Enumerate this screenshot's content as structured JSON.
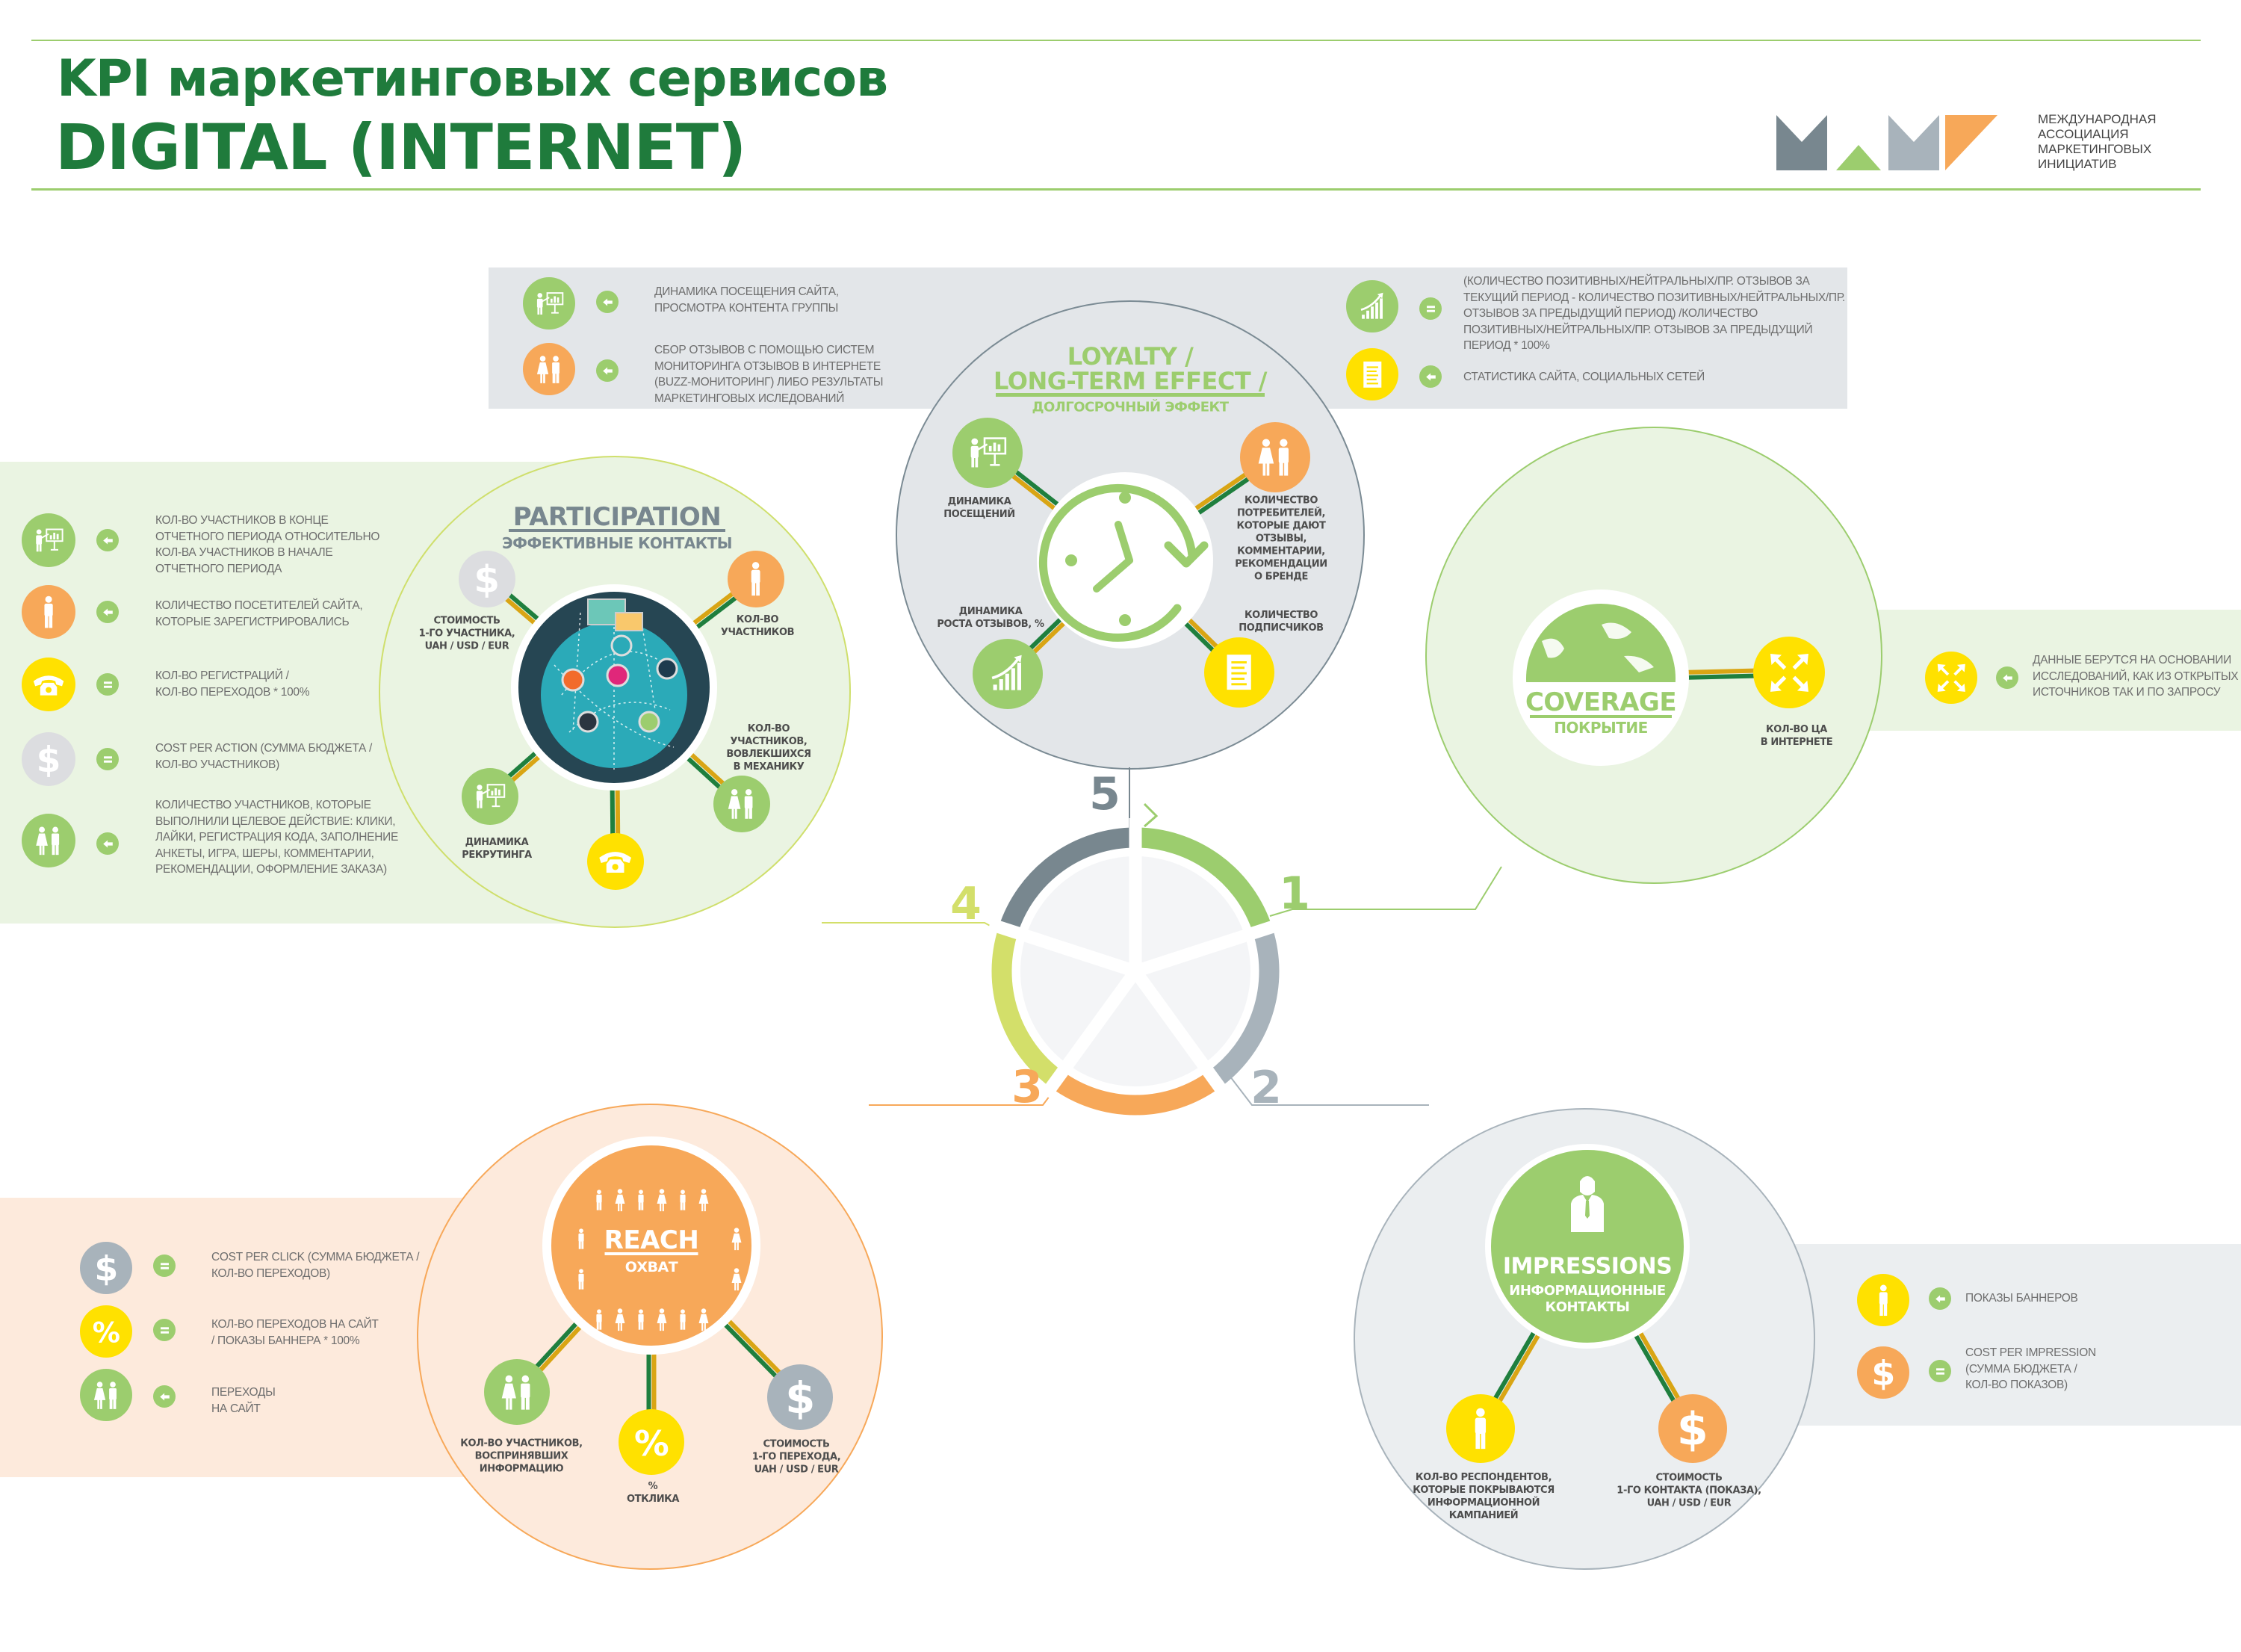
{
  "header": {
    "title_line1": "KPI маркетинговых сервисов",
    "title_line2": "DIGITAL (INTERNET)",
    "title_color": "#1f7b3c"
  },
  "logo": {
    "text": "МЕЖДУНАРОДНАЯ\nАССОЦИАЦИЯ\nМАРКЕТИНГОВЫХ\nИНИЦИАТИВ",
    "colors": [
      "#78878f",
      "#9ccd6e",
      "#a8b3bb",
      "#f7a859"
    ]
  },
  "colors": {
    "green": "#9ccd6e",
    "orange": "#f7a859",
    "yellow": "#ffe100",
    "slate": "#a8b3bb",
    "dark_slate": "#78878f",
    "lime": "#d3df6a",
    "connector_dark": "#1f7f3e",
    "connector_gold": "#d9a514"
  },
  "loyalty": {
    "title": "LOYALTY /",
    "title2": "LONG-TERM EFFECT /",
    "subtitle": "ДОЛГОСРОЧНЫЙ ЭФФЕКТ",
    "nodes": [
      {
        "icon": "presenter-icon",
        "label": "ДИНАМИКА\nПОСЕЩЕНИЙ"
      },
      {
        "icon": "couple-icon",
        "label": "КОЛИЧЕСТВО\nПОТРЕБИТЕЛЕЙ,\nКОТОРЫЕ ДАЮТ\nОТЗЫВЫ,\nКОММЕНТАРИИ,\nРЕКОМЕНДАЦИИ\nО БРЕНДЕ"
      },
      {
        "icon": "growth-chart-icon",
        "label": "ДИНАМИКА\nРОСТА ОТЗЫВОВ, %"
      },
      {
        "icon": "document-icon",
        "label": "КОЛИЧЕСТВО\nПОДПИСЧИКОВ"
      }
    ],
    "legend": [
      {
        "icon": "presenter-icon",
        "operator": "arrow-left",
        "text": "ДИНАМИКА ПОСЕЩЕНИЯ САЙТА,\nПРОСМОТРА КОНТЕНТА ГРУППЫ"
      },
      {
        "icon": "couple-icon",
        "operator": "arrow-left",
        "text": "СБОР ОТЗЫВОВ С ПОМОЩЬЮ СИСТЕМ\nМОНИТОРИНГА ОТЗЫВОВ В ИНТЕРНЕТЕ\n(BUZZ-МОНИТОРИНГ) ЛИБО РЕЗУЛЬТАТЫ\nМАРКЕТИНГОВЫХ ИСЛЕДОВАНИЙ"
      },
      {
        "icon": "growth-chart-icon",
        "operator": "equals",
        "text": "(КОЛИЧЕСТВО ПОЗИТИВНЫХ/НЕЙТРАЛЬНЫХ/ПР. ОТЗЫВОВ ЗА\nТЕКУЩИЙ ПЕРИОД - КОЛИЧЕСТВО ПОЗИТИВНЫХ/НЕЙТРАЛЬНЫХ/ПР.\nОТЗЫВОВ ЗА ПРЕДЫДУЩИЙ ПЕРИОД) /КОЛИЧЕСТВО\nПОЗИТИВНЫХ/НЕЙТРАЛЬНЫХ/ПР. ОТЗЫВОВ ЗА ПРЕДЫДУЩИЙ\nПЕРИОД * 100%"
      },
      {
        "icon": "document-icon",
        "operator": "arrow-left",
        "text": "СТАТИСТИКА САЙТА, СОЦИАЛЬНЫХ СЕТЕЙ"
      }
    ]
  },
  "participation": {
    "title": "PARTICIPATION",
    "subtitle": "ЭФФЕКТИВНЫЕ КОНТАКТЫ",
    "nodes": [
      {
        "icon": "dollar-icon",
        "label": "СТОИМОСТЬ\n1-ГО УЧАСТНИКА,\nUAH / USD / EUR"
      },
      {
        "icon": "person-icon",
        "label": "КОЛ-ВО\nУЧАСТНИКОВ"
      },
      {
        "icon": "couple-icon",
        "label": "КОЛ-ВО\nУЧАСТНИКОВ,\nВОВЛЕКШИХСЯ\nВ МЕХАНИКУ"
      },
      {
        "icon": "phone-icon",
        "label": ""
      },
      {
        "icon": "presenter-icon",
        "label": "ДИНАМИКА\nРЕКРУТИНГА"
      }
    ],
    "legend": [
      {
        "icon": "presenter-icon",
        "operator": "arrow-left",
        "text": "КОЛ-ВО УЧАСТНИКОВ В КОНЦЕ\nОТЧЕТНОГО ПЕРИОДА ОТНОСИТЕЛЬНО\nКОЛ-ВА УЧАСТНИКОВ В НАЧАЛЕ\nОТЧЕТНОГО ПЕРИОДА"
      },
      {
        "icon": "person-icon",
        "operator": "arrow-left",
        "text": "КОЛИЧЕСТВО ПОСЕТИТЕЛЕЙ САЙТА,\nКОТОРЫЕ ЗАРЕГИСТРИРОВАЛИСЬ"
      },
      {
        "icon": "phone-icon",
        "operator": "equals",
        "text": "КОЛ-ВО РЕГИСТРАЦИЙ  /\nКОЛ-ВО ПЕРЕХОДОВ * 100%"
      },
      {
        "icon": "dollar-icon",
        "operator": "equals",
        "text": "COST PER ACTION (СУММА БЮДЖЕТА /\nКОЛ-ВО УЧАСТНИКОВ)"
      },
      {
        "icon": "couple-icon",
        "operator": "arrow-left",
        "text": "КОЛИЧЕСТВО УЧАСТНИКОВ, КОТОРЫЕ\nВЫПОЛНИЛИ ЦЕЛЕВОЕ ДЕЙСТВИЕ: КЛИКИ,\nЛАЙКИ, РЕГИСТРАЦИЯ КОДА, ЗАПОЛНЕНИЕ\nАНКЕТЫ, ИГРА, ШЕРЫ, КОММЕНТАРИИ,\nРЕКОМЕНДАЦИИ, ОФОРМЛЕНИЕ ЗАКАЗА)"
      }
    ]
  },
  "coverage": {
    "title": "COVERAGE",
    "subtitle": "ПОКРЫТИЕ",
    "nodes": [
      {
        "icon": "expand-arrows-icon",
        "label": "КОЛ-ВО ЦА\nВ ИНТЕРНЕТЕ"
      }
    ],
    "legend": [
      {
        "icon": "expand-arrows-icon",
        "operator": "arrow-left",
        "text": "ДАННЫЕ БЕРУТСЯ НА ОСНОВАНИИ\nИССЛЕДОВАНИЙ, КАК ИЗ ОТКРЫТЫХ\nИСТОЧНИКОВ ТАК И ПО ЗАПРОСУ"
      }
    ]
  },
  "reach": {
    "title": "REACH",
    "subtitle": "ОХВАТ",
    "nodes": [
      {
        "icon": "couple-icon",
        "label": "КОЛ-ВО УЧАСТНИКОВ,\nВОСПРИНЯВШИХ\nИНФОРМАЦИЮ"
      },
      {
        "icon": "percent-icon",
        "label": "%\nОТКЛИКА"
      },
      {
        "icon": "dollar-icon",
        "label": "СТОИМОСТЬ\n1-ГО ПЕРЕХОДА,\nUAH / USD / EUR"
      }
    ],
    "legend": [
      {
        "icon": "dollar-icon",
        "operator": "equals",
        "text": "COST PER CLICK (СУММА БЮДЖЕТА /\n КОЛ-ВО ПЕРЕХОДОВ)"
      },
      {
        "icon": "percent-icon",
        "operator": "equals",
        "text": "КОЛ-ВО ПЕРЕХОДОВ НА САЙТ\n/ ПОКАЗЫ БАННЕРА * 100%"
      },
      {
        "icon": "couple-icon",
        "operator": "arrow-left",
        "text": "ПЕРЕХОДЫ\nНА САЙТ"
      }
    ]
  },
  "impressions": {
    "title": "IMPRESSIONS",
    "subtitle": "ИНФОРМАЦИОННЫЕ\nКОНТАКТЫ",
    "nodes": [
      {
        "icon": "businessman-icon",
        "label": "КОЛ-ВО РЕСПОНДЕНТОВ,\nКОТОРЫЕ ПОКРЫВАЮТСЯ\nИНФОРМАЦИОННОЙ\nКАМПАНИЕЙ"
      },
      {
        "icon": "dollar-icon",
        "label": "СТОИМОСТЬ\n1-ГО КОНТАКТА (ПОКАЗА),\nUAH / USD / EUR"
      }
    ],
    "legend": [
      {
        "icon": "businessman-icon",
        "operator": "arrow-left",
        "text": "ПОКАЗЫ БАННЕРОВ"
      },
      {
        "icon": "dollar-icon",
        "operator": "equals",
        "text": "COST PER IMPRESSION\n(СУММА БЮДЖЕТА /\nКОЛ-ВО ПОКАЗОВ)"
      }
    ]
  },
  "wheel": {
    "steps": [
      {
        "number": "1",
        "stage": "COVERAGE",
        "color": "#9ccd6e"
      },
      {
        "number": "2",
        "stage": "IMPRESSIONS",
        "color": "#a8b3bb"
      },
      {
        "number": "3",
        "stage": "REACH",
        "color": "#f7a859"
      },
      {
        "number": "4",
        "stage": "PARTICIPATION",
        "color": "#d3df6a"
      },
      {
        "number": "5",
        "stage": "LOYALTY",
        "color": "#78878f"
      }
    ]
  }
}
